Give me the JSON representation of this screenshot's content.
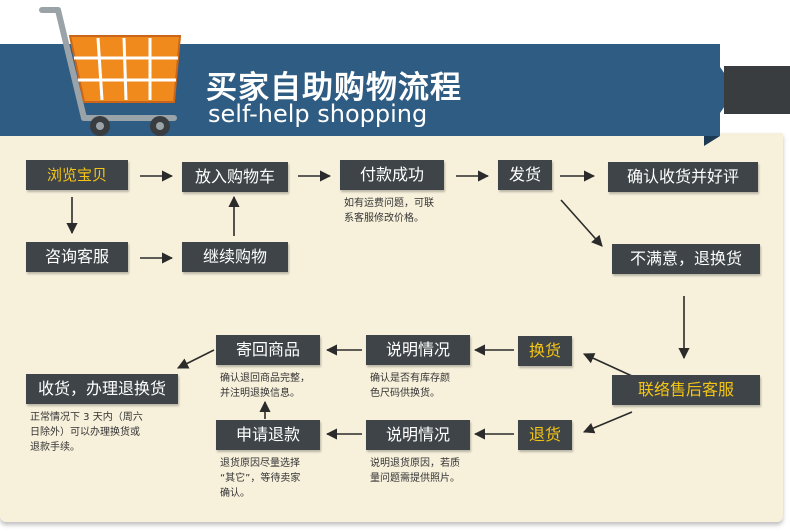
{
  "header": {
    "title_cn": "买家自助购物流程",
    "title_en": "self-help shopping"
  },
  "steps": {
    "browse": "浏览宝贝",
    "add_cart": "放入购物车",
    "pay_success": "付款成功",
    "ship": "发货",
    "confirm_review": "确认收货并好评",
    "consult": "咨询客服",
    "continue_shop": "继续购物",
    "unsatisfied": "不满意，退换货",
    "contact_after": "联络售后客服",
    "exchange": "换货",
    "refund": "退货",
    "explain_exchange": "说明情况",
    "explain_refund": "说明情况",
    "send_back": "寄回商品",
    "apply_refund": "申请退款",
    "receive_refund": "收货，办理退换货"
  },
  "notes": {
    "pay": "如有运费问题，可联\n系客服修改价格。",
    "explain_exchange": "确认是否有库存颜\n色尺码供换货。",
    "send_back": "确认退回商品完整，\n并注明退换信息。",
    "explain_refund": "说明退货原因，若质\n量问题需提供照片。",
    "apply_refund": "退货原因尽量选择\n“其它”，等待卖家\n确认。",
    "receive_refund": "正常情况下 3 天内（周六\n日除外）可以办理换货或\n退款手续。"
  },
  "colors": {
    "banner": "#2f5c82",
    "banner_tail": "#3a3d40",
    "panel": "#f7f1dc",
    "box": "#3e4447",
    "highlight_text": "#f5c515",
    "cart": "#f08a1c"
  },
  "icons": {
    "cart": "shopping-cart-icon"
  }
}
